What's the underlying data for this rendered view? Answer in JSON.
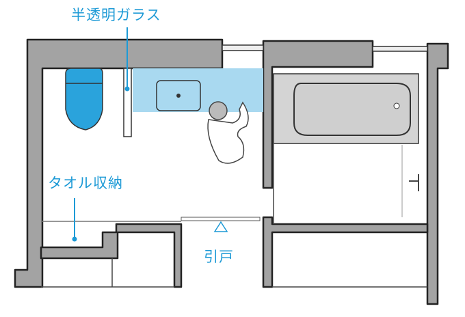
{
  "labels": {
    "glass": "半透明ガラス",
    "towel": "タオル収納",
    "door": "引戸"
  },
  "colors": {
    "accent": "#1d9ad6",
    "wall": "#a3a3a3",
    "counter": "#a9d9f0",
    "toilet": "#2aa3dc",
    "tub_area": "#d4d4d4"
  }
}
